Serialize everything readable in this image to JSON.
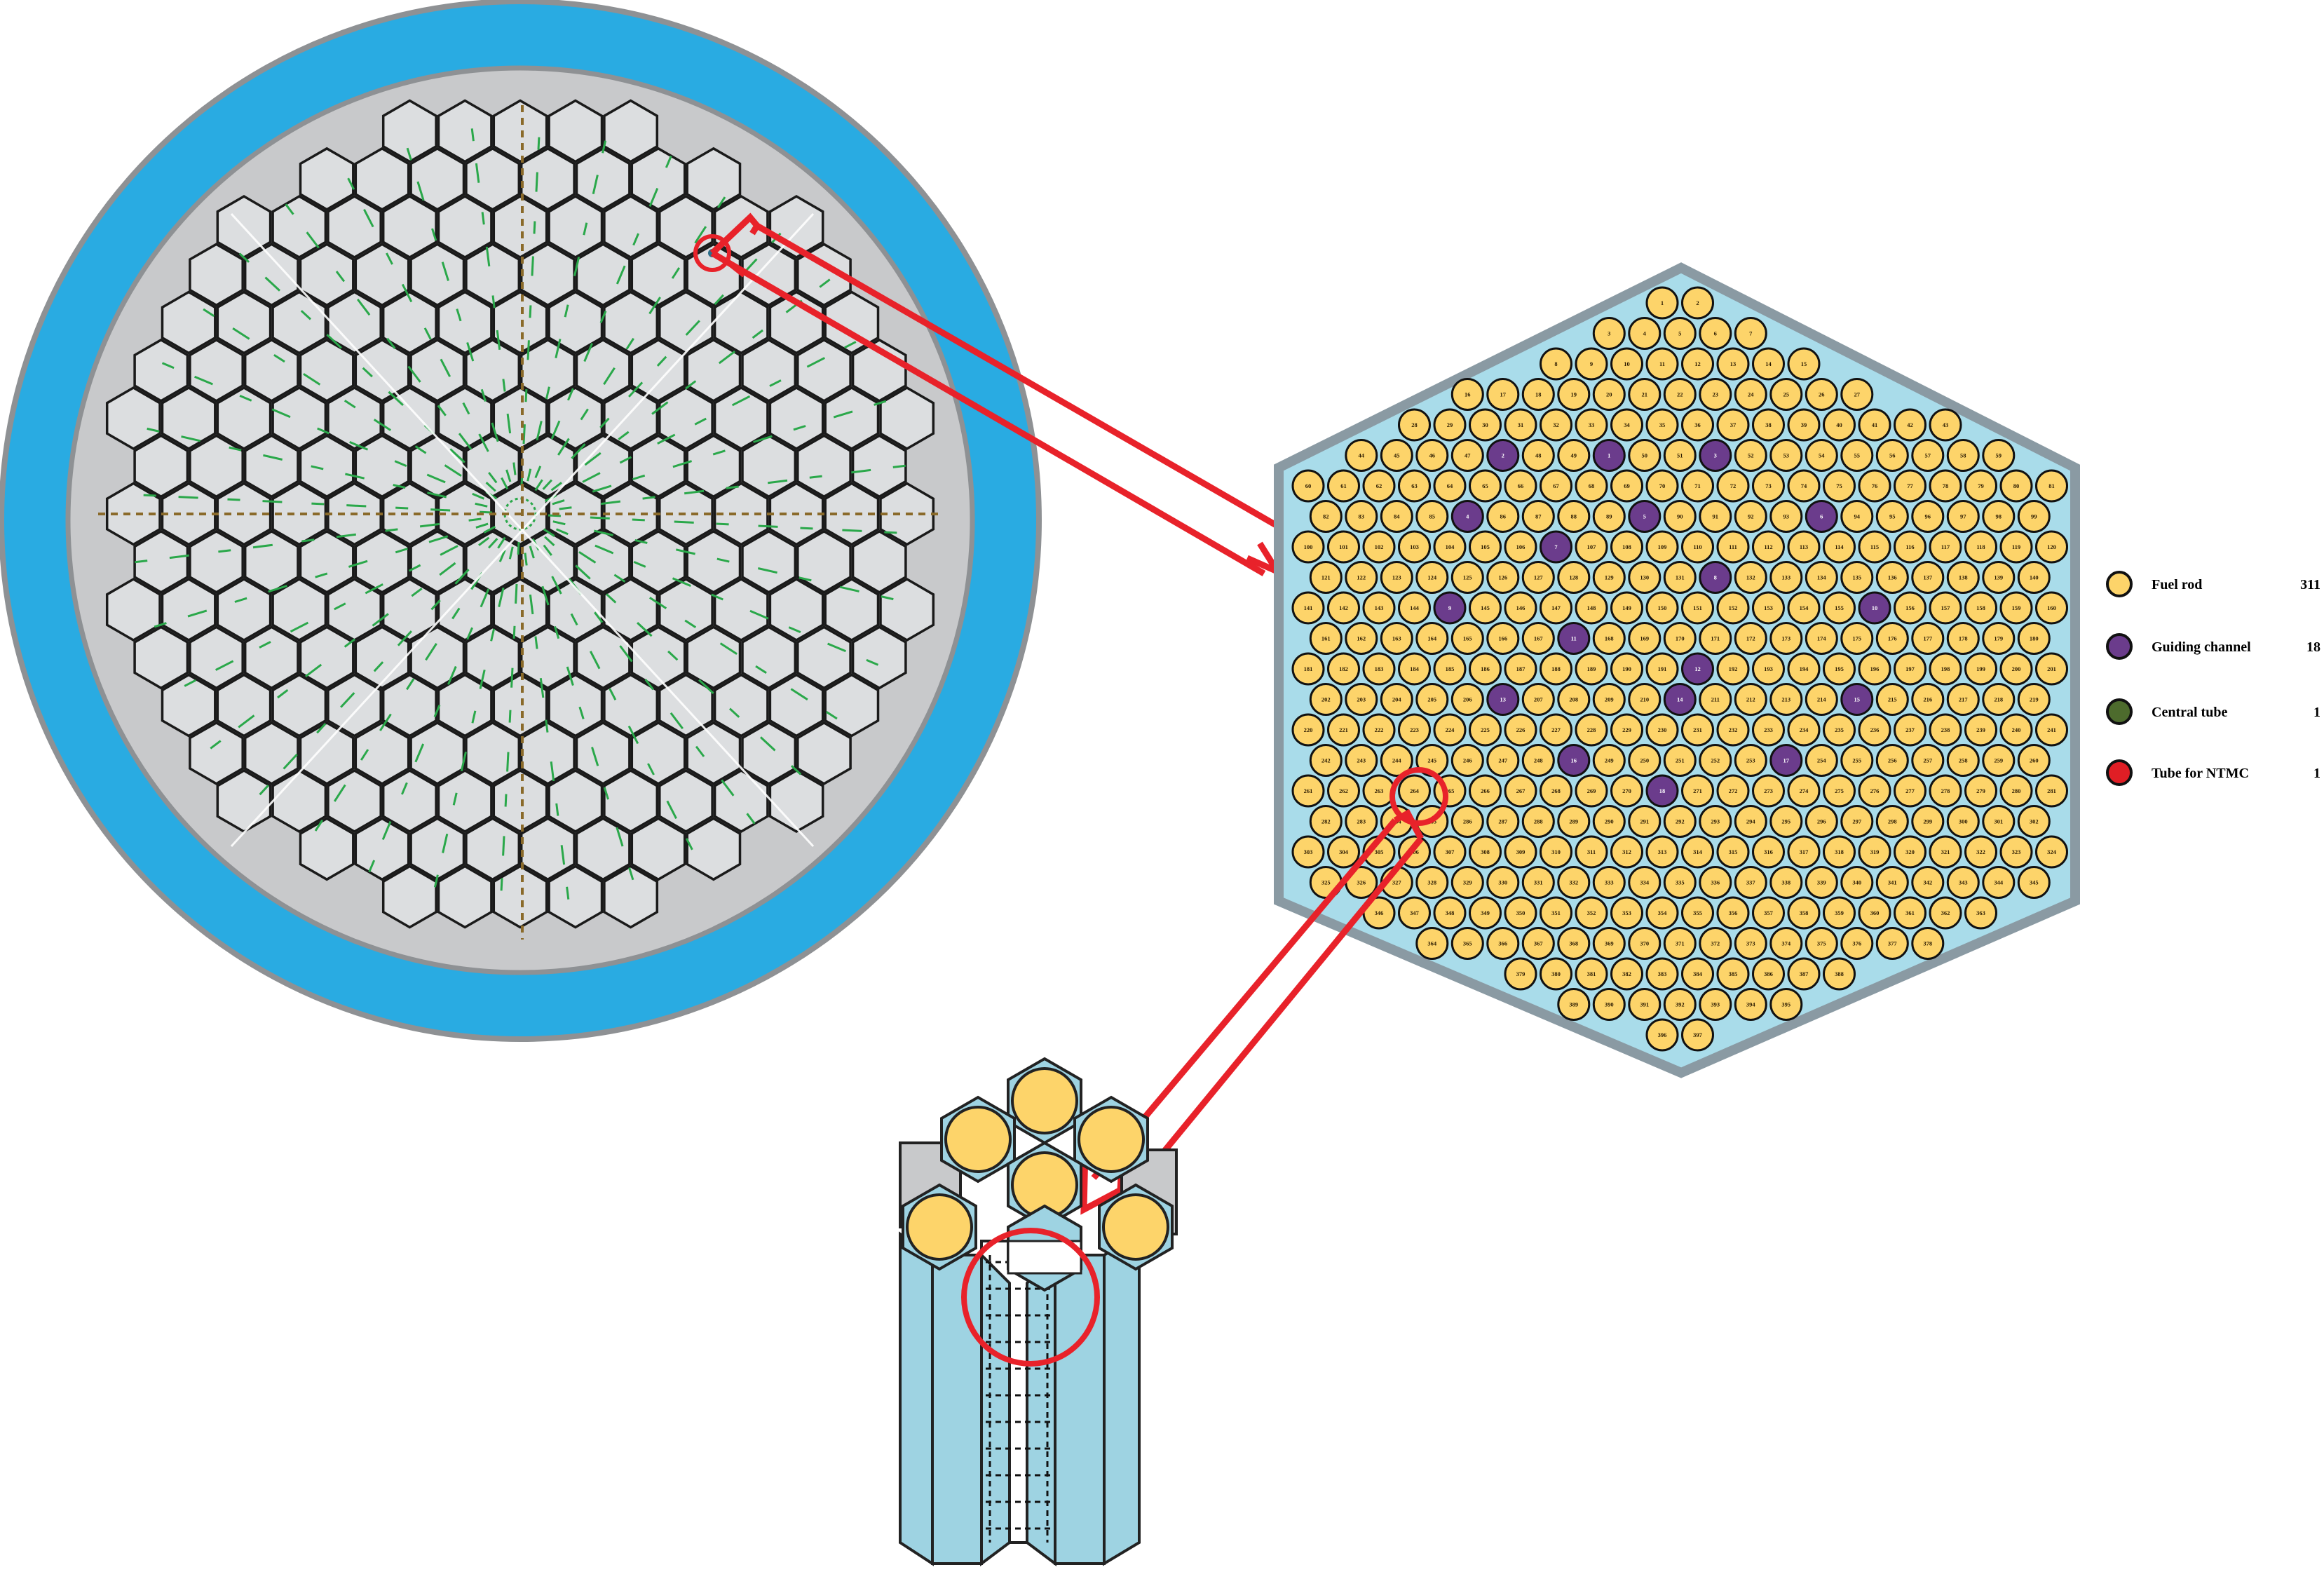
{
  "colors": {
    "water_blue": "#29abe2",
    "vessel_gray": "#c8c9cb",
    "hex_fill": "#dcdee0",
    "assembly_bg": "#a9dcea",
    "fuel_rod": "#fdd46a",
    "guiding_channel": "#6b3c8c",
    "central_tube": "#4d6b2d",
    "ntmc_tube": "#e01e25",
    "arrow_red": "#e8222a",
    "axis_dash": "#8a6a2a",
    "green_marks": "#2aa84a",
    "column_blue": "#9ed3e2"
  },
  "legend": {
    "items": [
      {
        "label": "Fuel rod",
        "count": "311",
        "color": "#fdd46a"
      },
      {
        "label": "Guiding channel",
        "count": "18",
        "color": "#6b3c8c"
      },
      {
        "label": "Central tube",
        "count": "1",
        "color": "#4d6b2d"
      },
      {
        "label": "Tube for NTMC",
        "count": "1",
        "color": "#e01e25"
      }
    ]
  },
  "assembly": {
    "rows": 21,
    "guiding_channels": [
      {
        "label": "1",
        "row": 5,
        "col": 7
      },
      {
        "label": "2",
        "row": 5,
        "col": 4
      },
      {
        "label": "3",
        "row": 5,
        "col": 10
      },
      {
        "label": "4",
        "row": 7,
        "col": 4
      },
      {
        "label": "5",
        "row": 7,
        "col": 9
      },
      {
        "label": "6",
        "row": 7,
        "col": 14
      },
      {
        "label": "7",
        "row": 8,
        "col": 7
      },
      {
        "label": "8",
        "row": 9,
        "col": 11
      },
      {
        "label": "9",
        "row": 10,
        "col": 4
      },
      {
        "label": "10",
        "row": 10,
        "col": 16
      },
      {
        "label": "11",
        "row": 11,
        "col": 7
      },
      {
        "label": "12",
        "row": 12,
        "col": 11
      },
      {
        "label": "13",
        "row": 13,
        "col": 5
      },
      {
        "label": "14",
        "row": 13,
        "col": 10
      },
      {
        "label": "15",
        "row": 13,
        "col": 15
      },
      {
        "label": "16",
        "row": 15,
        "col": 7
      },
      {
        "label": "17",
        "row": 15,
        "col": 13
      },
      {
        "label": "18",
        "row": 16,
        "col": 10
      }
    ],
    "central_tube_label": "138",
    "ntmc_tube_label": "204",
    "highlighted_pin_label": "240"
  }
}
